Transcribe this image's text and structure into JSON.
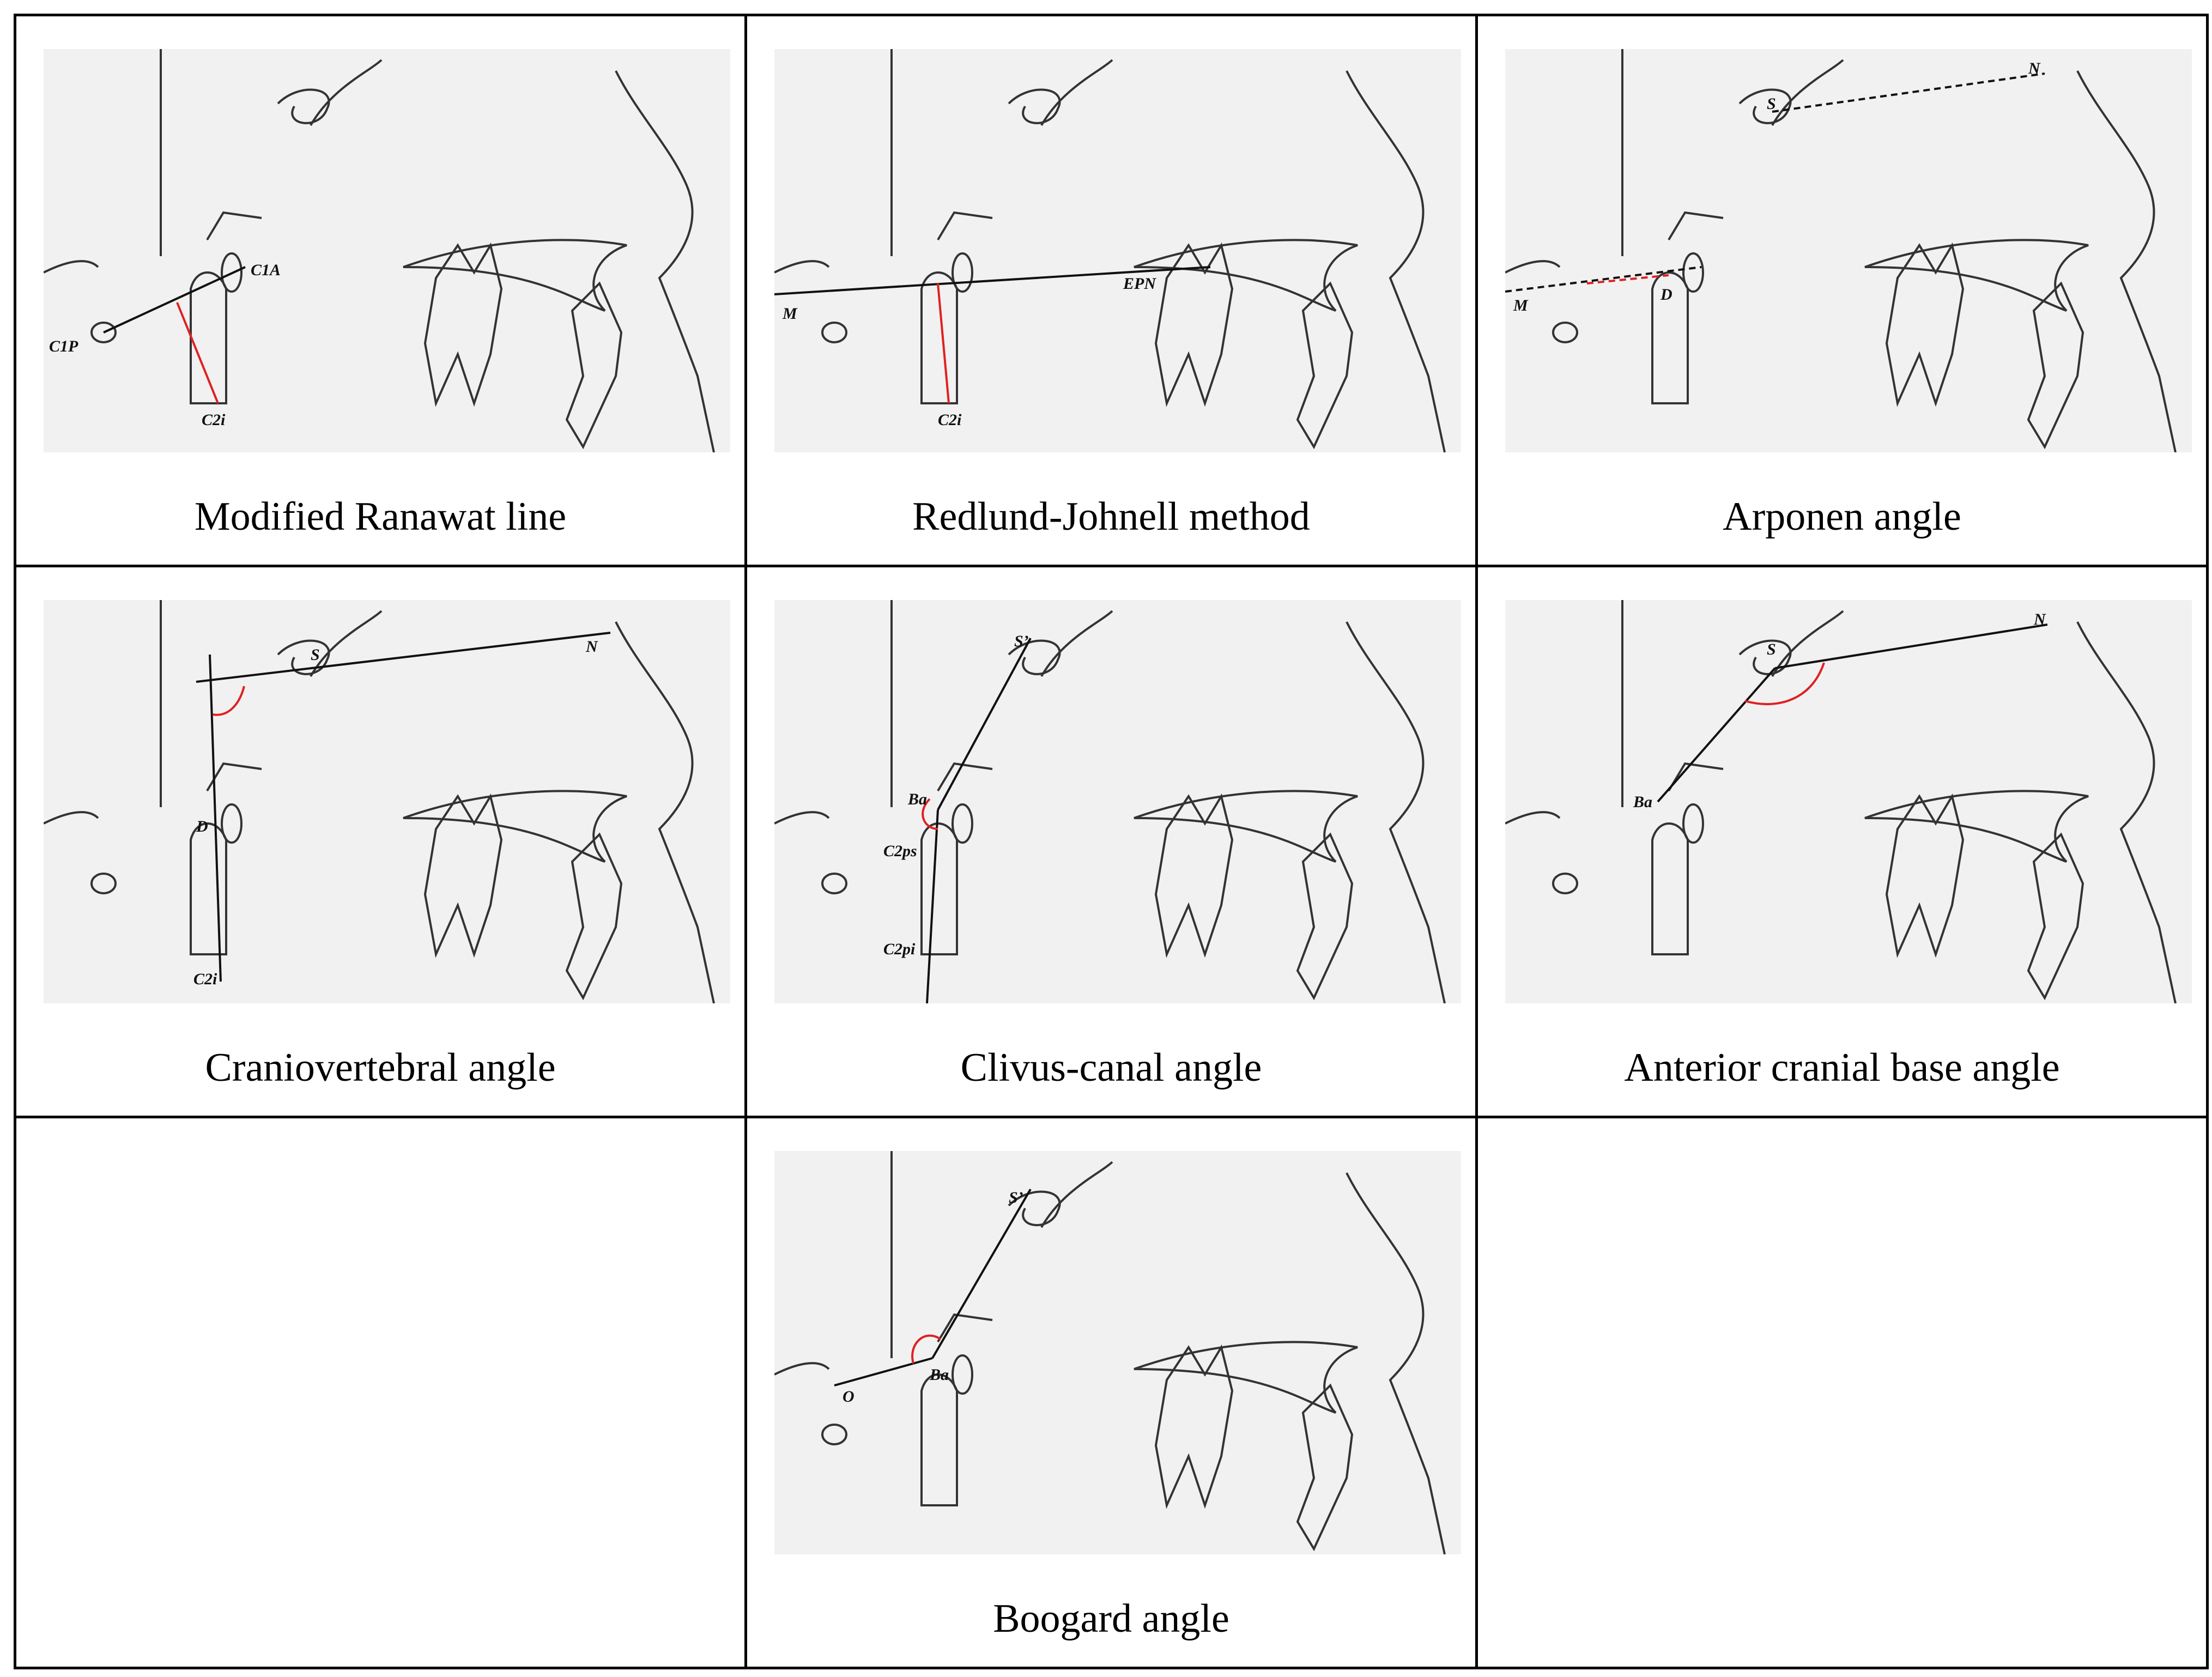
{
  "colors": {
    "border": "#000000",
    "sketch_stroke": "#333333",
    "measure_line": "#111111",
    "highlight": "#e02020",
    "background_texture": "#f1f1f1"
  },
  "panels": [
    {
      "caption": "Modified Ranawat line",
      "labels": [
        "C1A",
        "C1P",
        "C2i"
      ]
    },
    {
      "caption": "Redlund-Johnell method",
      "labels": [
        "M",
        "EPN",
        "C2i"
      ]
    },
    {
      "caption": "Arponen angle",
      "labels": [
        "S",
        "N",
        "M",
        "D"
      ]
    },
    {
      "caption": "Craniovertebral angle",
      "labels": [
        "S",
        "N",
        "D",
        "C2i"
      ]
    },
    {
      "caption": "Clivus-canal angle",
      "labels": [
        "S’",
        "Ba",
        "C2ps",
        "C2pi"
      ]
    },
    {
      "caption": "Anterior cranial base angle",
      "labels": [
        "S",
        "N",
        "Ba"
      ]
    },
    {
      "caption": "Boogard angle",
      "labels": [
        "S’",
        "Ba",
        "O"
      ]
    }
  ]
}
